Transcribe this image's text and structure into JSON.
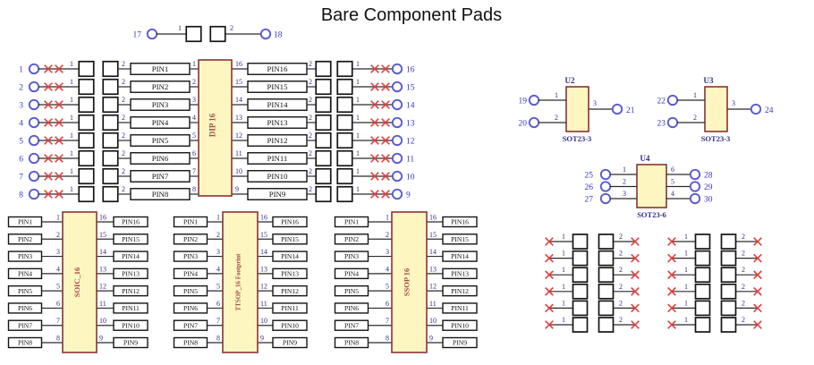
{
  "title": "Bare Component Pads",
  "colors": {
    "background": "#ffffff",
    "title_text": "#111111",
    "body_fill": "#fdf6c1",
    "body_border": "#8a3434",
    "component_name": "#a84848",
    "port_stroke": "#5a5ad2",
    "port_number": "#3838be",
    "pin_label": "#2e2e85",
    "no_connect": "#e04545",
    "wire": "#2b2b2b",
    "outline": "#151515",
    "net_text": "#101010"
  },
  "top_pair": {
    "left_port": "17",
    "left_pin": "1",
    "right_pin": "2",
    "right_port": "18"
  },
  "dip_block": {
    "name": "DIP 16",
    "outer_wire_label": "1",
    "inner_wire_label": "2",
    "left_ports": [
      "1",
      "2",
      "3",
      "4",
      "5",
      "6",
      "7",
      "8"
    ],
    "left_nets": [
      "PIN1",
      "PIN2",
      "PIN3",
      "PIN4",
      "PIN5",
      "PIN6",
      "PIN7",
      "PIN8"
    ],
    "left_pins": [
      "1",
      "2",
      "3",
      "4",
      "5",
      "6",
      "7",
      "8"
    ],
    "right_ports": [
      "16",
      "15",
      "14",
      "13",
      "12",
      "11",
      "10",
      "9"
    ],
    "right_nets": [
      "PIN16",
      "PIN15",
      "PIN14",
      "PIN13",
      "PIN12",
      "PIN11",
      "PIN10",
      "PIN9"
    ],
    "right_pins": [
      "16",
      "15",
      "14",
      "13",
      "12",
      "11",
      "10",
      "9"
    ]
  },
  "ic_blocks": [
    {
      "name": "SOIC_16",
      "left_nets": [
        "PIN1",
        "PIN2",
        "PIN3",
        "PIN4",
        "PIN5",
        "PIN6",
        "PIN7",
        "PIN8"
      ],
      "left_pins": [
        "1",
        "2",
        "3",
        "4",
        "5",
        "6",
        "7",
        "8"
      ],
      "right_nets": [
        "PIN16",
        "PIN15",
        "PIN14",
        "PIN13",
        "PIN12",
        "PIN11",
        "PIN10",
        "PIN9"
      ],
      "right_pins": [
        "16",
        "15",
        "14",
        "13",
        "12",
        "11",
        "10",
        "9"
      ]
    },
    {
      "name": "TTSOP_16 Footprint",
      "left_nets": [
        "PIN1",
        "PIN2",
        "PIN3",
        "PIN4",
        "PIN5",
        "PIN6",
        "PIN7",
        "PIN8"
      ],
      "left_pins": [
        "1",
        "2",
        "3",
        "4",
        "5",
        "6",
        "7",
        "8"
      ],
      "right_nets": [
        "PIN16",
        "PIN15",
        "PIN14",
        "PIN13",
        "PIN12",
        "PIN11",
        "PIN10",
        "PIN9"
      ],
      "right_pins": [
        "16",
        "15",
        "14",
        "13",
        "12",
        "11",
        "10",
        "9"
      ]
    },
    {
      "name": "SSOP 16",
      "left_nets": [
        "PIN1",
        "PIN2",
        "PIN3",
        "PIN4",
        "PIN5",
        "PIN6",
        "PIN7",
        "PIN8"
      ],
      "left_pins": [
        "1",
        "2",
        "3",
        "4",
        "5",
        "6",
        "7",
        "8"
      ],
      "right_nets": [
        "PIN16",
        "PIN15",
        "PIN14",
        "PIN13",
        "PIN12",
        "PIN11",
        "PIN10",
        "PIN9"
      ],
      "right_pins": [
        "16",
        "15",
        "14",
        "13",
        "12",
        "11",
        "10",
        "9"
      ]
    }
  ],
  "sot23_3_components": [
    {
      "ref": "U2",
      "package": "SOT23-3",
      "left_ports": [
        "19",
        "20"
      ],
      "left_pins": [
        "1",
        "2"
      ],
      "output_pin": "3",
      "output_port": "21"
    },
    {
      "ref": "U3",
      "package": "SOT23-3",
      "left_ports": [
        "22",
        "23"
      ],
      "left_pins": [
        "1",
        "2"
      ],
      "output_pin": "3",
      "output_port": "24"
    }
  ],
  "sot23_6_component": {
    "ref": "U4",
    "package": "SOT23-6",
    "left_ports": [
      "25",
      "26",
      "27"
    ],
    "left_pins": [
      "1",
      "2",
      "3"
    ],
    "right_pins": [
      "6",
      "5",
      "4"
    ],
    "right_ports": [
      "28",
      "29",
      "30"
    ]
  },
  "nc_pad_grid": {
    "rows": 6,
    "left_pin_label": "1",
    "right_pin_label": "2"
  }
}
